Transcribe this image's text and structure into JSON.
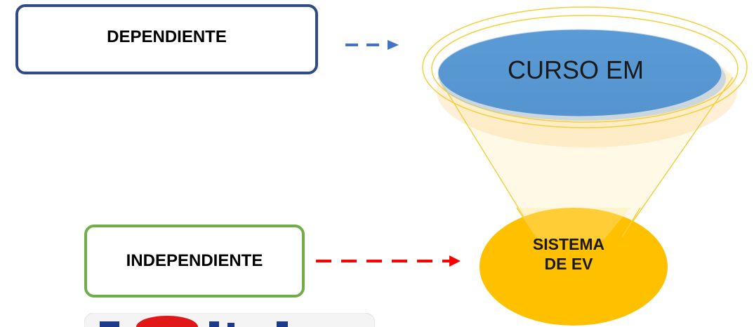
{
  "boxes": {
    "dependiente": "DEPENDIENTE",
    "independiente": "INDEPENDIENTE"
  },
  "funnel": {
    "top_label": "CURSO EM",
    "bottom_label_line1": "SISTEMA",
    "bottom_label_line2": "DE EV"
  },
  "colors": {
    "dependiente_border": "#2f4a85",
    "independiente_border": "#70ad47",
    "dependiente_arrow": "#4472c4",
    "independiente_arrow": "#ff0000",
    "top_ellipse": "#5b9bd5",
    "funnel_gold": "#ffc000",
    "funnel_outline": "#f5cf3a"
  },
  "arrows": [
    {
      "from": "DEPENDIENTE",
      "to": "CURSO EM",
      "style": "dashed"
    },
    {
      "from": "INDEPENDIENTE",
      "to": "SISTEMA DE EV",
      "style": "dashed"
    }
  ]
}
